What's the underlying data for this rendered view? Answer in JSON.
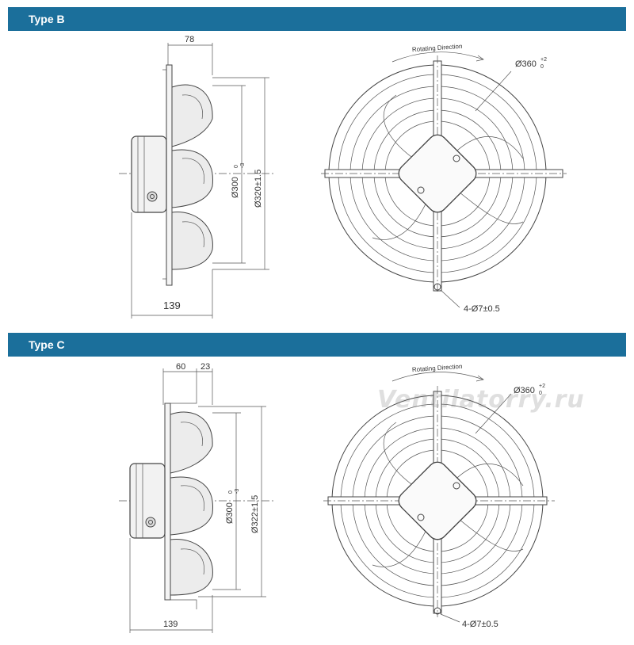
{
  "sections": [
    {
      "header": "Type B",
      "side_view": {
        "dim_top": "78",
        "dim_bottom": "139",
        "dia_inner": "Ø300",
        "dia_inner_tol": "0\n-3",
        "dia_outer": "Ø320±1.5"
      },
      "front_view": {
        "rotating_direction": "Rotating Direction",
        "dia_outer": "Ø360",
        "dia_outer_tol_upper": "+2",
        "dia_outer_tol_lower": "0",
        "holes": "4-Ø7±0.5"
      }
    },
    {
      "header": "Type C",
      "side_view": {
        "dim_top_a": "60",
        "dim_top_b": "23",
        "dim_bottom": "139",
        "dia_inner": "Ø300",
        "dia_inner_tol": "0\n-3",
        "dia_outer": "Ø322±1.5"
      },
      "front_view": {
        "rotating_direction": "Rotating Direction",
        "dia_outer": "Ø360",
        "dia_outer_tol_upper": "+2",
        "dia_outer_tol_lower": "0",
        "holes": "4-Ø7±0.5"
      }
    }
  ],
  "watermark": "Ventilatorry.ru",
  "colors": {
    "header_bg": "#1b6f9b",
    "header_text": "#ffffff",
    "line": "#444444"
  }
}
